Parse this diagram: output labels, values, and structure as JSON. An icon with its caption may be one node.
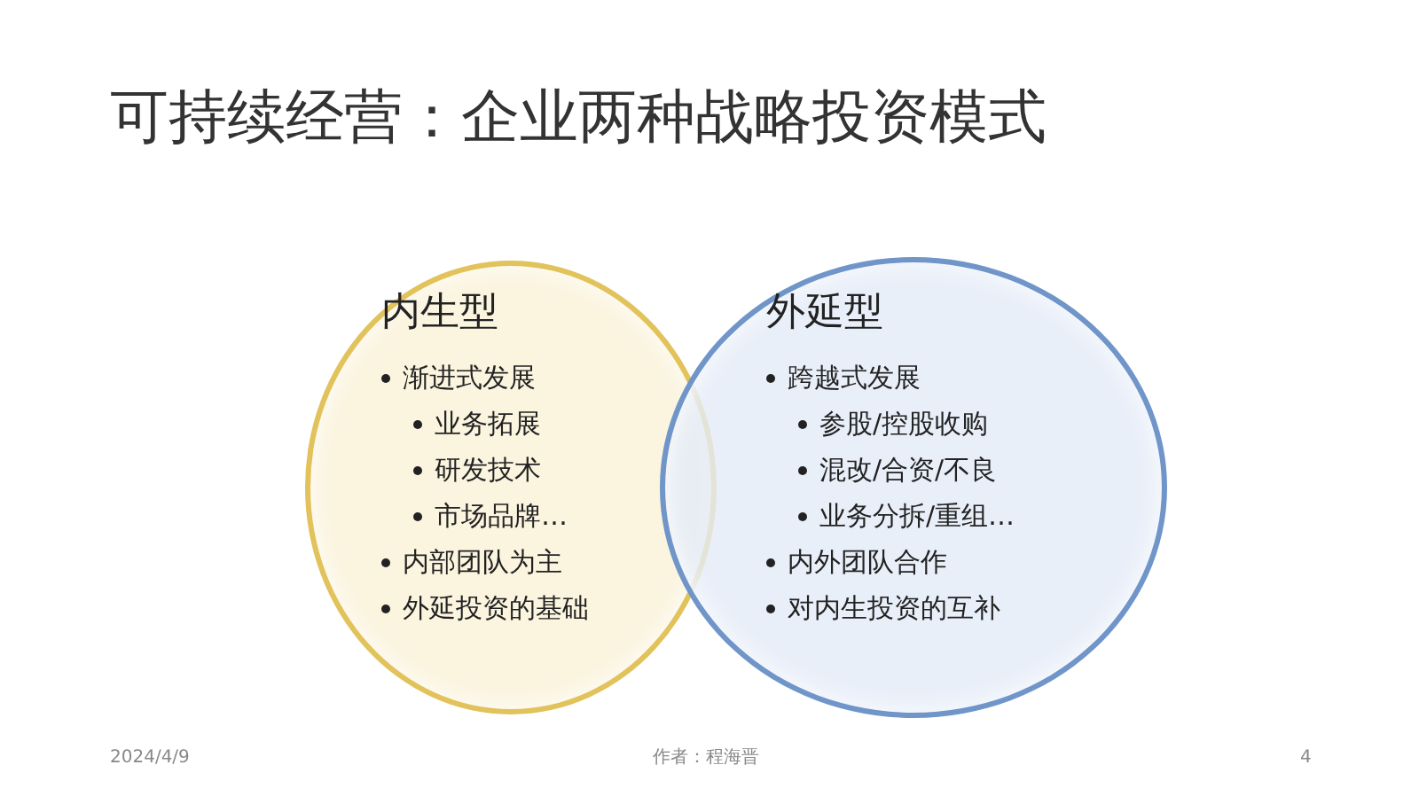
{
  "diagram": {
    "title": "可持续经营：企业两种战略投资模式",
    "nodes": [
      {
        "text": [
          "内生型",
          "渐进式发展",
          "业务拓展",
          "研发技术",
          "市场品牌…",
          "内部团队为主",
          "外延投资的基础"
        ]
      },
      {
        "text": [
          "外延型",
          "跨越式发展",
          "参股/控股收购",
          "混改/合资/不良",
          "业务分拆/重组…",
          "内外团队合作",
          "对内生投资的互补"
        ]
      }
    ],
    "edges": [],
    "labels": [
      "2024/4/9",
      "作者：程海晋",
      "4"
    ]
  }
}
